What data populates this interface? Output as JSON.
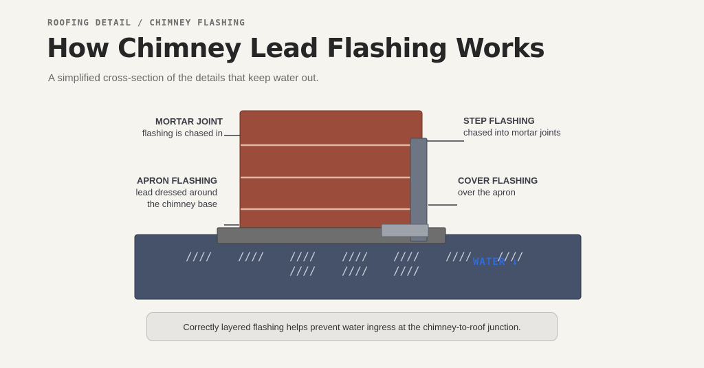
{
  "header": {
    "eyebrow": "ROOFING DETAIL / CHIMNEY FLASHING",
    "title": "How Chimney Lead Flashing Works",
    "subtitle": "A simplified cross-section of the details that keep water out."
  },
  "labels": {
    "mortar_joint": {
      "heading": "MORTAR JOINT",
      "sub": "flashing is chased in"
    },
    "apron_flashing": {
      "heading": "APRON FLASHING",
      "sub1": "lead dressed around",
      "sub2": "the chimney base"
    },
    "step_flashing": {
      "heading": "STEP FLASHING",
      "sub": "chased into mortar joints"
    },
    "cover_flashing": {
      "heading": "COVER FLASHING",
      "sub": "over the apron"
    }
  },
  "roof": {
    "hatch": "////",
    "water_label": "WATER ↓"
  },
  "caption": "Correctly layered flashing helps prevent water ingress at the chimney-to-roof junction.",
  "colors": {
    "brick": "#9b4c3b",
    "mortar": "#e0b8a4",
    "roof": "#45526a",
    "apron": "#6e6e6e",
    "step": "#6f7683",
    "cover": "#9ea3ab",
    "water": "#2f6be0"
  }
}
